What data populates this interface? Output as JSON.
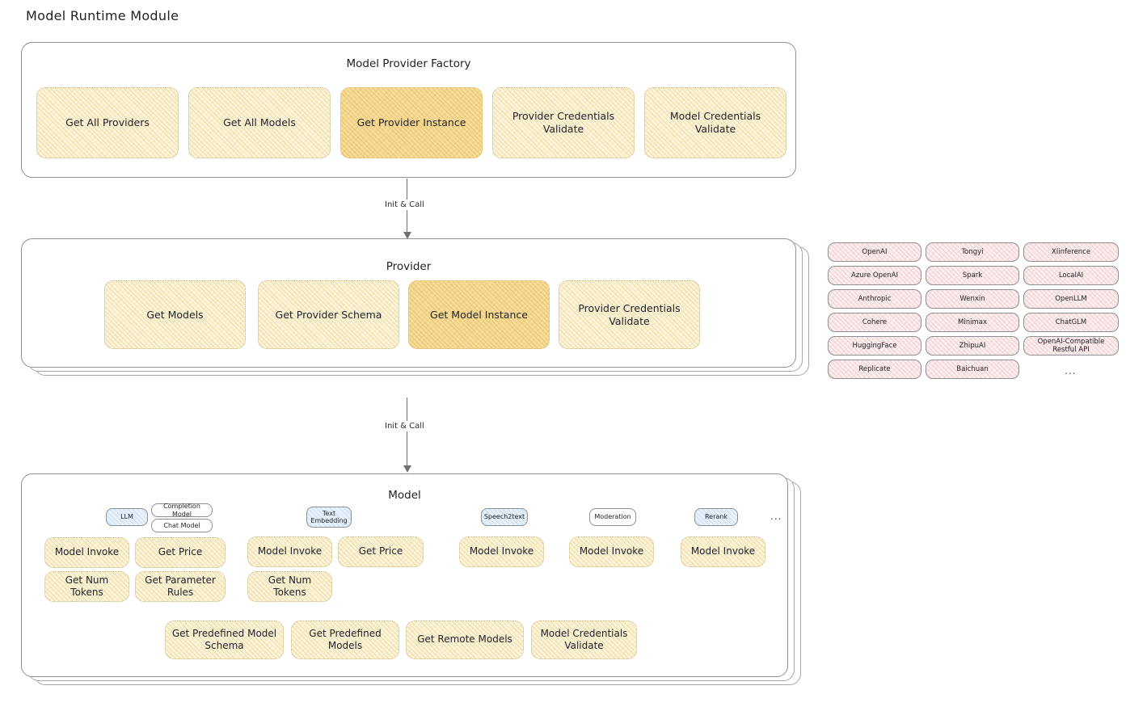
{
  "title": "Model Runtime Module",
  "sections": {
    "factory": {
      "title": "Model Provider Factory",
      "cards": [
        {
          "label": "Get All Providers",
          "accent": false
        },
        {
          "label": "Get All Models",
          "accent": false
        },
        {
          "label": "Get Provider Instance",
          "accent": true
        },
        {
          "label": "Provider Credentials Validate",
          "accent": false
        },
        {
          "label": "Model Credentials Validate",
          "accent": false
        }
      ]
    },
    "provider": {
      "title": "Provider",
      "cards": [
        {
          "label": "Get Models",
          "accent": false
        },
        {
          "label": "Get Provider Schema",
          "accent": false
        },
        {
          "label": "Get Model Instance",
          "accent": true
        },
        {
          "label": "Provider Credentials Validate",
          "accent": false
        }
      ]
    },
    "model": {
      "title": "Model",
      "types": [
        {
          "name": "LLM",
          "sub": [
            "Completion Model",
            "Chat Model"
          ]
        },
        {
          "name": "Text Embedding",
          "sub": []
        },
        {
          "name": "Speech2text",
          "sub": []
        },
        {
          "name": "Moderation",
          "sub": []
        },
        {
          "name": "Rerank",
          "sub": []
        }
      ],
      "more": "...",
      "columns": [
        {
          "cards": [
            "Model Invoke",
            "Get Price",
            "Get Num Tokens",
            "Get Parameter Rules"
          ]
        },
        {
          "cards": [
            "Model Invoke",
            "Get Price",
            "Get Num Tokens"
          ]
        },
        {
          "cards": [
            "Model Invoke"
          ]
        },
        {
          "cards": [
            "Model Invoke"
          ]
        },
        {
          "cards": [
            "Model Invoke"
          ]
        }
      ],
      "common_cards": [
        "Get Predefined Model Schema",
        "Get Predefined Models",
        "Get Remote Models",
        "Model Credentials Validate"
      ]
    }
  },
  "connectors": [
    {
      "label": "Init & Call"
    },
    {
      "label": "Init & Call"
    }
  ],
  "provider_list": {
    "columns": [
      [
        "OpenAI",
        "Azure OpenAI",
        "Anthropic",
        "Cohere",
        "HuggingFace",
        "Replicate"
      ],
      [
        "Tongyi",
        "Spark",
        "Wenxin",
        "Minimax",
        "ZhipuAI",
        "Baichuan"
      ],
      [
        "XIinference",
        "LocalAI",
        "OpenLLM",
        "ChatGLM",
        "OpenAI-Compatible Restful API"
      ]
    ],
    "more": "..."
  },
  "colors": {
    "card_fill": "#fbf4dc",
    "card_accent_fill": "#f7dc9b",
    "pill_fill": "#fceff0",
    "badge_fill": "#e8f2fb",
    "stroke": "#8f9194"
  }
}
